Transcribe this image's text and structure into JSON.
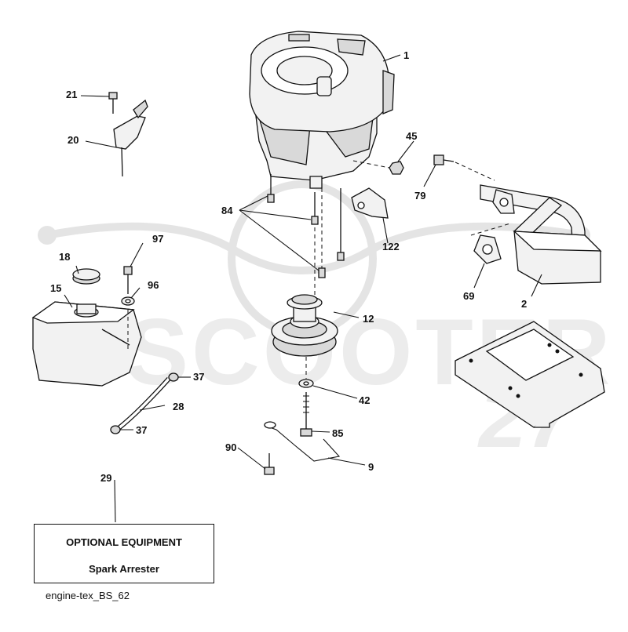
{
  "watermark": {
    "text": "SCOOTER",
    "logo_text": "27"
  },
  "labels": {
    "p1": "1",
    "p2": "2",
    "p9": "9",
    "p12": "12",
    "p15": "15",
    "p18": "18",
    "p20": "20",
    "p21": "21",
    "p28": "28",
    "p29": "29",
    "p37a": "37",
    "p37b": "37",
    "p42": "42",
    "p45": "45",
    "p69": "69",
    "p79": "79",
    "p84": "84",
    "p85": "85",
    "p90": "90",
    "p96": "96",
    "p97": "97",
    "p122": "122"
  },
  "optional": {
    "title": "OPTIONAL EQUIPMENT",
    "subtitle": "Spark Arrester"
  },
  "reference": "engine-tex_BS_62"
}
